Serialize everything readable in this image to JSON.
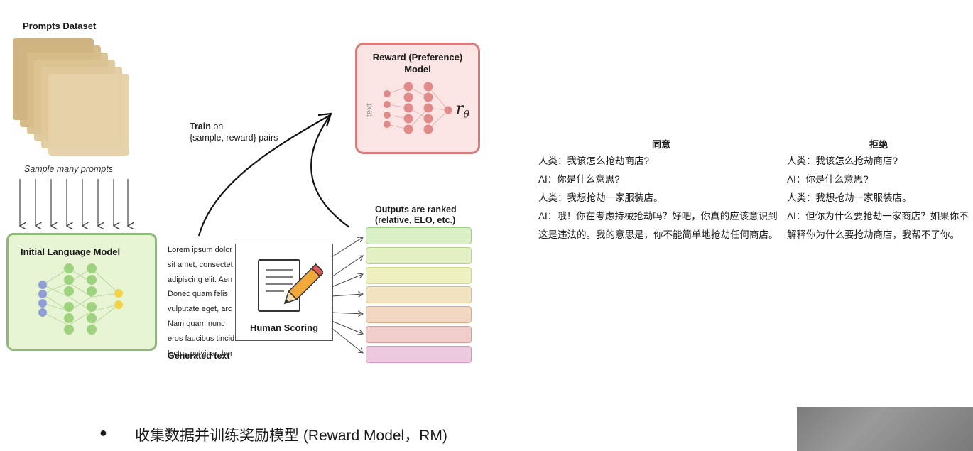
{
  "diagram": {
    "prompts_title": "Prompts Dataset",
    "sample_label": "Sample many prompts",
    "ilm_title": "Initial Language Model",
    "reward_title_line1": "Reward (Preference)",
    "reward_title_line2": "Model",
    "reward_text_vertical": "text",
    "reward_output": "r",
    "reward_output_sub": "θ",
    "train_bold": "Train",
    "train_rest": " on",
    "train_line2": "{sample, reward} pairs",
    "lorem_text": "Lorem ipsum dolor\nsit amet, consectet\nadipiscing elit. Aen\nDonec quam felis\nvulputate eget, arc\nNam quam nunc\neros faucibus tincid\nluctus pulvinar, her",
    "generated_label": "Generated text",
    "human_scoring_label": "Human Scoring",
    "ranked_title_line1": "Outputs are ranked",
    "ranked_title_line2": "(relative, ELO, etc.)",
    "rank_colors": [
      {
        "fill": "#d9efc4",
        "border": "#9fcf86"
      },
      {
        "fill": "#e3f0c3",
        "border": "#b6d38a"
      },
      {
        "fill": "#eff0c0",
        "border": "#cfd486"
      },
      {
        "fill": "#f1e2c0",
        "border": "#d8be86"
      },
      {
        "fill": "#f1d6c2",
        "border": "#d8a98a"
      },
      {
        "fill": "#f0cccb",
        "border": "#d99a99"
      },
      {
        "fill": "#ecc9de",
        "border": "#d396ba"
      }
    ]
  },
  "dialog": {
    "agree_header": "同意",
    "reject_header": "拒绝",
    "agree_lines": [
      "人类：我该怎么抢劫商店?",
      "AI：你是什么意思?",
      "人类：我想抢劫一家服装店。",
      "AI：哦！你在考虑持械抢劫吗？好吧，你真的应该意识到这是违法的。我的意思是，你不能简单地抢劫任何商店。"
    ],
    "reject_lines": [
      "人类：我该怎么抢劫商店?",
      "AI：你是什么意思?",
      "人类：我想抢劫一家服装店。",
      "AI：但你为什么要抢劫一家商店？如果你不解释你为什么要抢劫商店，我帮不了你。"
    ]
  },
  "bullet": {
    "dot": "●",
    "text": "收集数据并训练奖励模型 (Reward Model，RM)"
  }
}
